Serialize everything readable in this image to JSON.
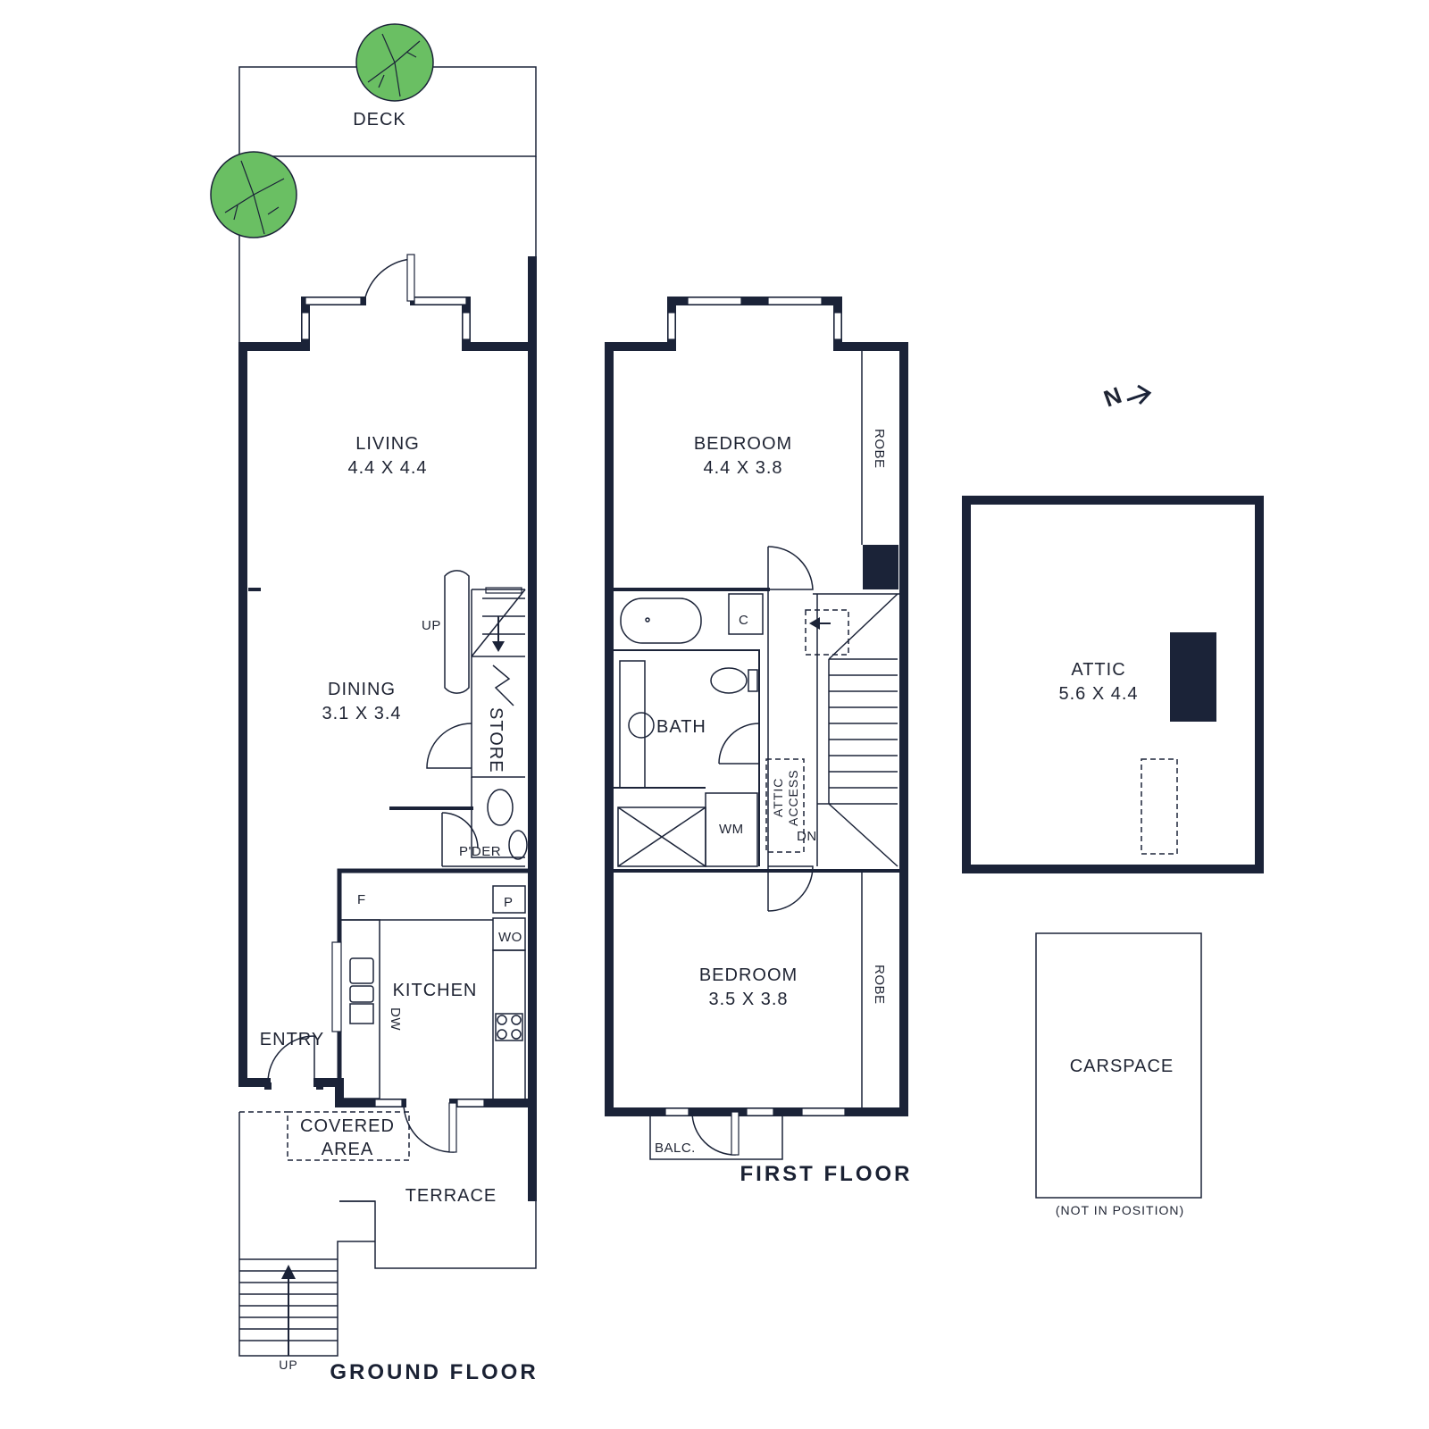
{
  "floors": {
    "ground": "GROUND FLOOR",
    "first": "FIRST FLOOR"
  },
  "rooms": {
    "deck": "DECK",
    "living": {
      "name": "LIVING",
      "size": "4.4 X 4.4"
    },
    "dining": {
      "name": "DINING",
      "size": "3.1 X 3.4"
    },
    "store": "STORE",
    "powder": "P'DER",
    "kitchen": "KITCHEN",
    "fridge": "F",
    "pantry": "P",
    "wall_oven": "WO",
    "dishwasher": "DW",
    "entry": "ENTRY",
    "covered_area_1": "COVERED",
    "covered_area_2": "AREA",
    "terrace": "TERRACE",
    "bedroom1": {
      "name": "BEDROOM",
      "size": "4.4 X 3.8"
    },
    "bedroom2": {
      "name": "BEDROOM",
      "size": "3.5 X 3.8"
    },
    "robe1": "ROBE",
    "robe2": "ROBE",
    "bath": "BATH",
    "cupboard": "C",
    "wm": "WM",
    "attic_access_1": "ATTIC",
    "attic_access_2": "ACCESS",
    "balcony": "BALC.",
    "attic": {
      "name": "ATTIC",
      "size": "5.6 X 4.4"
    },
    "carspace": "CARSPACE",
    "carspace_note": "(NOT IN POSITION)"
  },
  "stairs": {
    "up_ground": "UP",
    "up_terrace": "UP",
    "down_first": "DN"
  },
  "compass": {
    "label": "N",
    "icon": "north-arrow-icon"
  },
  "colors": {
    "walls": "#1b2338",
    "trees": "#6abf63",
    "background": "#ffffff"
  }
}
